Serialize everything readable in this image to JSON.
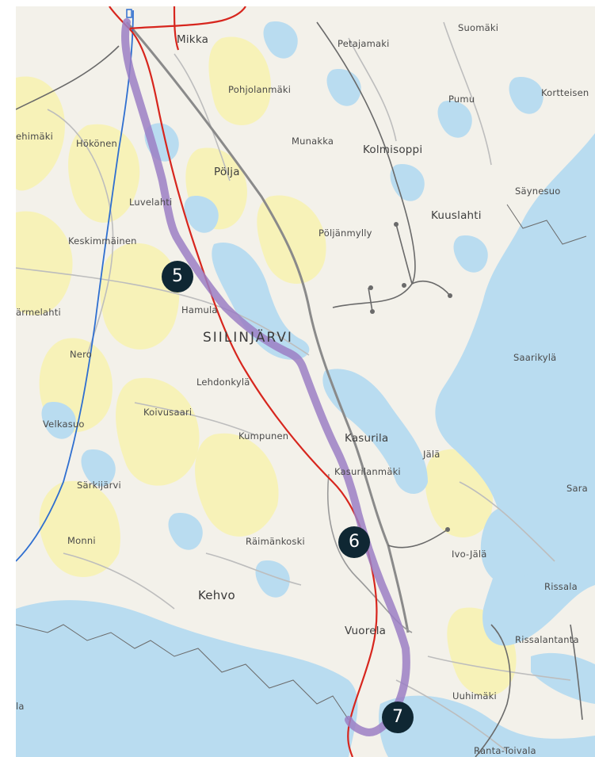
{
  "places": [
    {
      "id": "mikka",
      "label": "Mikka"
    },
    {
      "id": "petajamaki",
      "label": "Petajamaki"
    },
    {
      "id": "suomaki",
      "label": "Suomäki"
    },
    {
      "id": "pohjolanmaki",
      "label": "Pohjolanmäki"
    },
    {
      "id": "pumu",
      "label": "Pumu"
    },
    {
      "id": "kortteisen",
      "label": "Kortteisen"
    },
    {
      "id": "ehimaki",
      "label": "ehimäki"
    },
    {
      "id": "hokonen",
      "label": "Hökönen"
    },
    {
      "id": "munakka",
      "label": "Munakka"
    },
    {
      "id": "kolmisoppi",
      "label": "Kolmisoppi"
    },
    {
      "id": "polja",
      "label": "Pölja"
    },
    {
      "id": "luvelahti",
      "label": "Luvelahti"
    },
    {
      "id": "saynesuo",
      "label": "Säynesuo"
    },
    {
      "id": "kuuslahti",
      "label": "Kuuslahti"
    },
    {
      "id": "poljanmylly",
      "label": "Pöljänmylly"
    },
    {
      "id": "keskimmainen",
      "label": "Keskimmäinen"
    },
    {
      "id": "armelahti",
      "label": "ärmelahti"
    },
    {
      "id": "hamula",
      "label": "Hamula"
    },
    {
      "id": "siilinjarvi",
      "label": "SIILINJÄRVI"
    },
    {
      "id": "saarikyla",
      "label": "Saarikylä"
    },
    {
      "id": "nero",
      "label": "Nero"
    },
    {
      "id": "lehdonkyla",
      "label": "Lehdonkylä"
    },
    {
      "id": "koivusaari",
      "label": "Koivusaari"
    },
    {
      "id": "velkasuo",
      "label": "Velkasuo"
    },
    {
      "id": "kumpunen",
      "label": "Kumpunen"
    },
    {
      "id": "kasurila",
      "label": "Kasurila"
    },
    {
      "id": "jala",
      "label": "Jälä"
    },
    {
      "id": "kasurilanmaki",
      "label": "Kasurilanmäki"
    },
    {
      "id": "sarkijarvi",
      "label": "Särkijärvi"
    },
    {
      "id": "sara",
      "label": "Sara"
    },
    {
      "id": "monni",
      "label": "Monni"
    },
    {
      "id": "raimankoski",
      "label": "Räimänkoski"
    },
    {
      "id": "ivojala",
      "label": "Ivo-Jälä"
    },
    {
      "id": "kehvo",
      "label": "Kehvo"
    },
    {
      "id": "rissala",
      "label": "Rissala"
    },
    {
      "id": "vuorela",
      "label": "Vuorela"
    },
    {
      "id": "rissalantanta",
      "label": "Rissalantanta"
    },
    {
      "id": "uuhimaki",
      "label": "Uuhimäki"
    },
    {
      "id": "la",
      "label": "la"
    },
    {
      "id": "rantatoivala",
      "label": "Ranta-Toivala"
    }
  ],
  "markers": [
    {
      "id": "m5",
      "label": "5"
    },
    {
      "id": "m6",
      "label": "6"
    },
    {
      "id": "m7",
      "label": "7"
    }
  ],
  "colors": {
    "water": "#b9dcf0",
    "land": "#f3f1ea",
    "forest_yellow": "#f7f2b8",
    "route": "#9b7fc4",
    "highway": "#d7261e",
    "blue_line": "#2f6fd0",
    "railway": "#8a8a8a",
    "road": "#5a5a5a",
    "marker": "#0f2733"
  }
}
